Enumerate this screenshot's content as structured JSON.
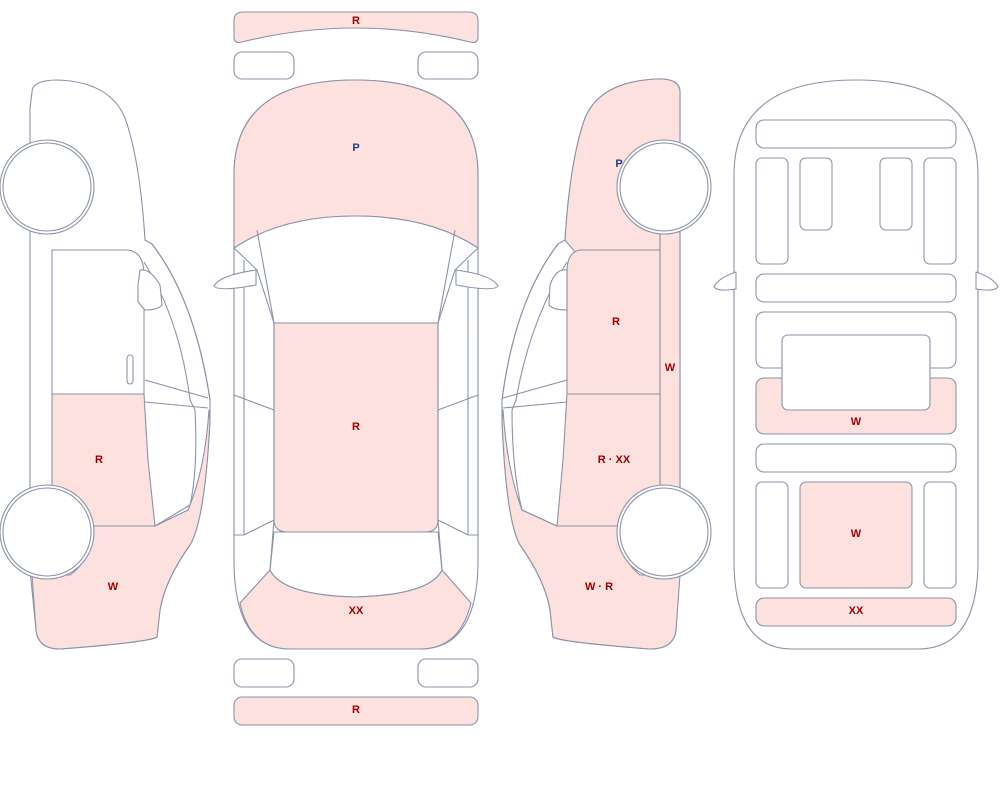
{
  "colors": {
    "outline": "#8a93a8",
    "damaged_fill": "#fde1de",
    "clean_fill": "#ffffff",
    "label_red": "#a00000",
    "label_blue": "#1a3f8f"
  },
  "labels": {
    "front_bumper": "R",
    "hood": "P",
    "roof": "R",
    "trunk": "XX",
    "rear_bumper": "R",
    "left_rear_door": "R",
    "left_rear_quarter": "W",
    "right_front_fender": "P",
    "right_front_door": "R",
    "right_pillar": "W",
    "right_rear_door": "R · XX",
    "right_rear_quarter": "W · R",
    "interior_cargo_row": "W",
    "interior_rear_seat": "W",
    "interior_trunk_strip": "XX"
  }
}
